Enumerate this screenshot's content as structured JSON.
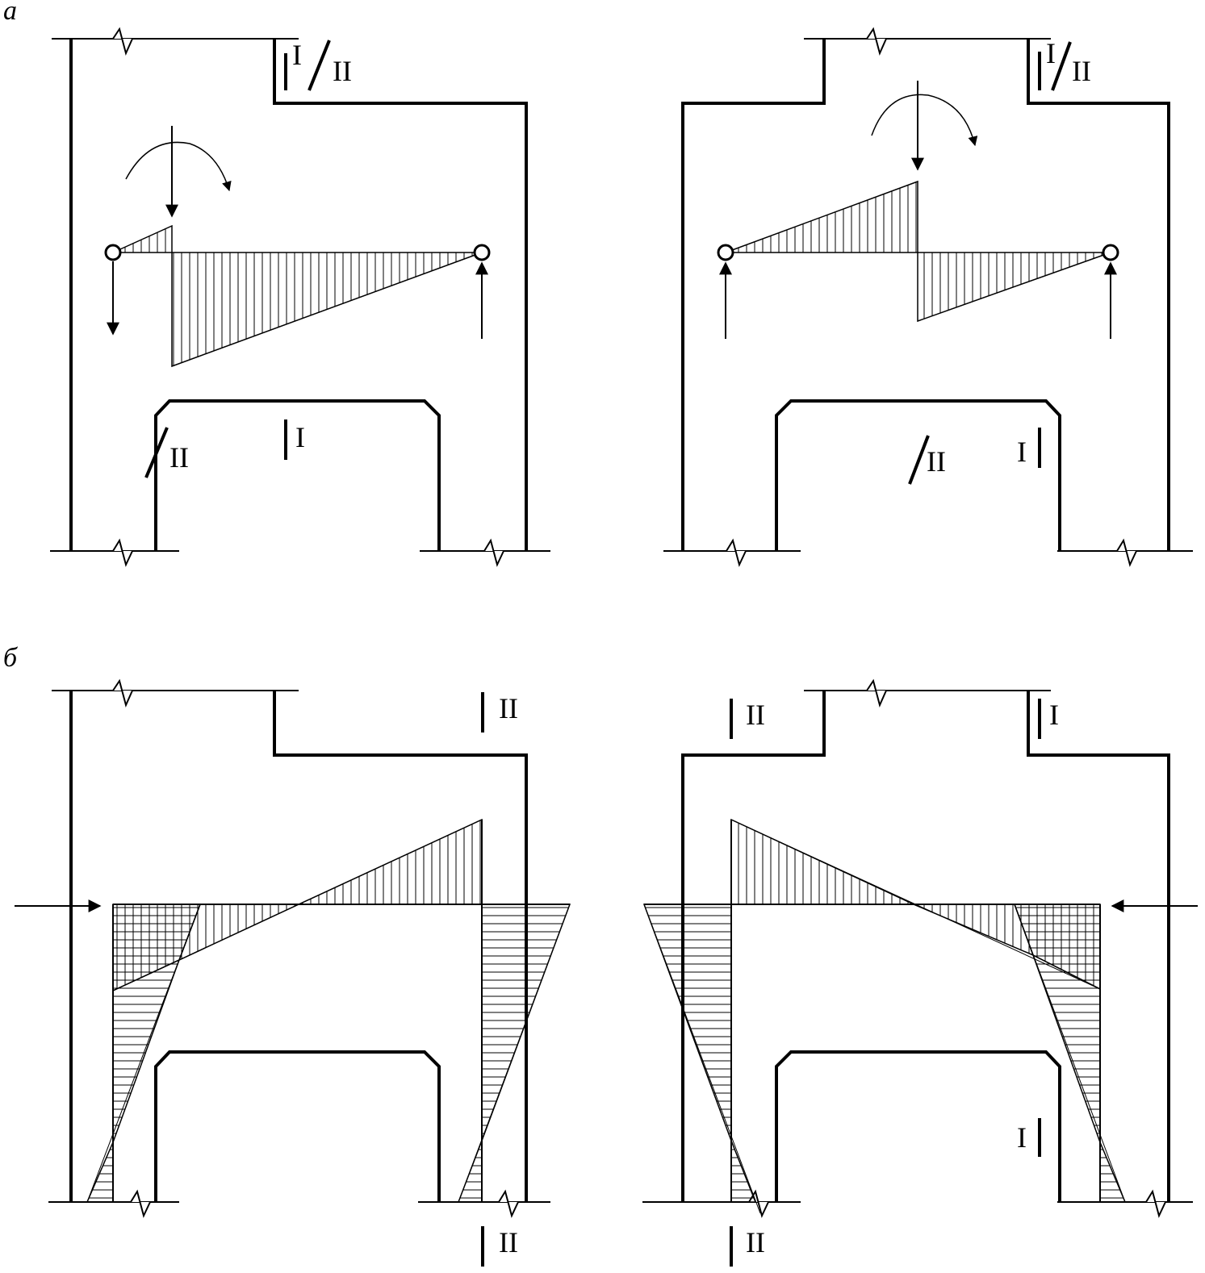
{
  "panels": {
    "a": {
      "label": "а"
    },
    "b": {
      "label": "б"
    }
  },
  "section_labels": {
    "I": "I",
    "II": "II",
    "I_II": "I/II"
  },
  "colors": {
    "ink": "#000000",
    "paper": "#ffffff"
  }
}
